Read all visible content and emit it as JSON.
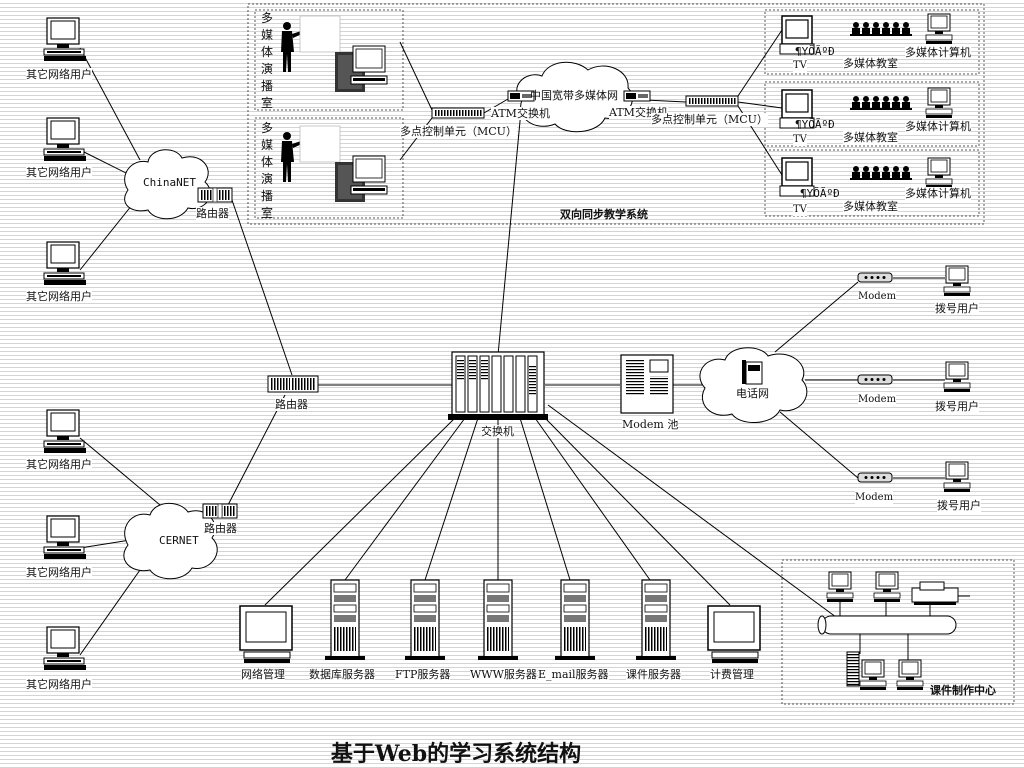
{
  "title": "基于Web的学习系统结构",
  "left_users": [
    "其它网络用户",
    "其它网络用户",
    "其它网络用户",
    "其它网络用户",
    "其它网络用户",
    "其它网络用户"
  ],
  "networks": {
    "chinanet": "ChinaNET",
    "cernet": "CERNET",
    "broadband": "中国宽带多媒体网",
    "phone": "电话网"
  },
  "routers": {
    "chinanet_router": "路由器",
    "central_router": "路由器",
    "cernet_router": "路由器"
  },
  "switch": "交换机",
  "modem_pool": "Modem 池",
  "atm_left": "ATM交换机",
  "atm_right": "ATM交换机",
  "mcu_left": "多点控制单元（MCU）",
  "mcu_right": "多点控制单元（MCU）",
  "studio_label": "多媒体演播室",
  "studios": [
    "多媒体演播室",
    "多媒体演播室"
  ],
  "classrooms": [
    {
      "tv": "TV",
      "garbled": "¶YÕÃºÐ",
      "room": "多媒体教室",
      "computer": "多媒体计算机"
    },
    {
      "tv": "TV",
      "garbled": "¶YÕÃºÐ",
      "room": "多媒体教室",
      "computer": "多媒体计算机"
    },
    {
      "tv": "TV",
      "garbled": "¶YÕÃºÐ",
      "room": "多媒体教室",
      "computer": "多媒体计算机"
    }
  ],
  "sync_system": "双向同步教学系统",
  "dialup": [
    {
      "modem": "Modem",
      "user": "拨号用户"
    },
    {
      "modem": "Modem",
      "user": "拨号用户"
    },
    {
      "modem": "Modem",
      "user": "拨号用户"
    }
  ],
  "servers": [
    "网络管理",
    "数据库服务器",
    "FTP服务器",
    "WWW服务器",
    "E_mail服务器",
    "课件服务器",
    "计费管理"
  ],
  "courseware_center": "课件制作中心"
}
